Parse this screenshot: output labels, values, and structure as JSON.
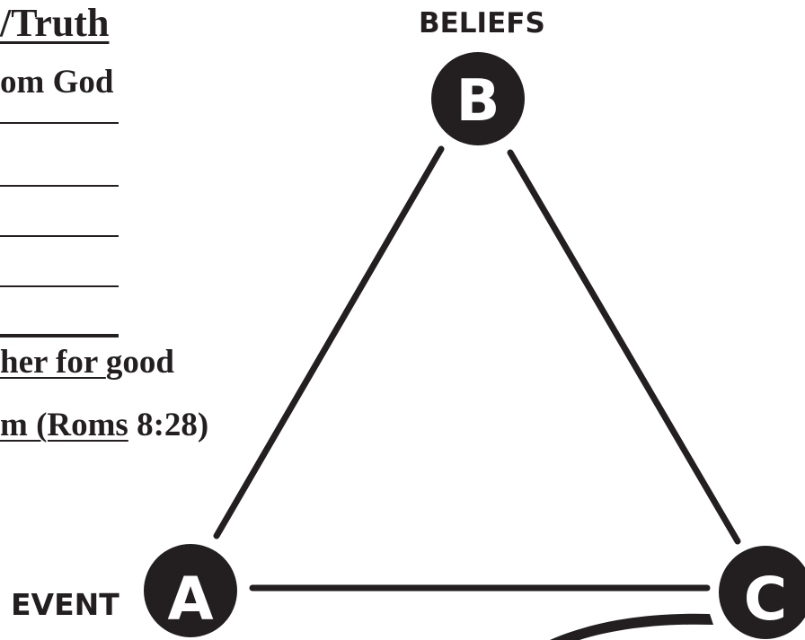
{
  "left_text": {
    "heading": "/Truth",
    "subheading": "om God",
    "verse_line1_part1": "her for ",
    "verse_line1_part2": "good",
    "verse_line2_part1": "m (Roms",
    "verse_line2_part2": " 8:28)"
  },
  "diagram": {
    "top_label": "BELIEFS",
    "left_label": "EVENT",
    "nodes": [
      {
        "id": "A",
        "letter": "A"
      },
      {
        "id": "B",
        "letter": "B"
      },
      {
        "id": "C",
        "letter": "C"
      }
    ],
    "colors": {
      "ink": "#231f20",
      "node_text": "#ffffff",
      "background": "#ffffff"
    }
  }
}
